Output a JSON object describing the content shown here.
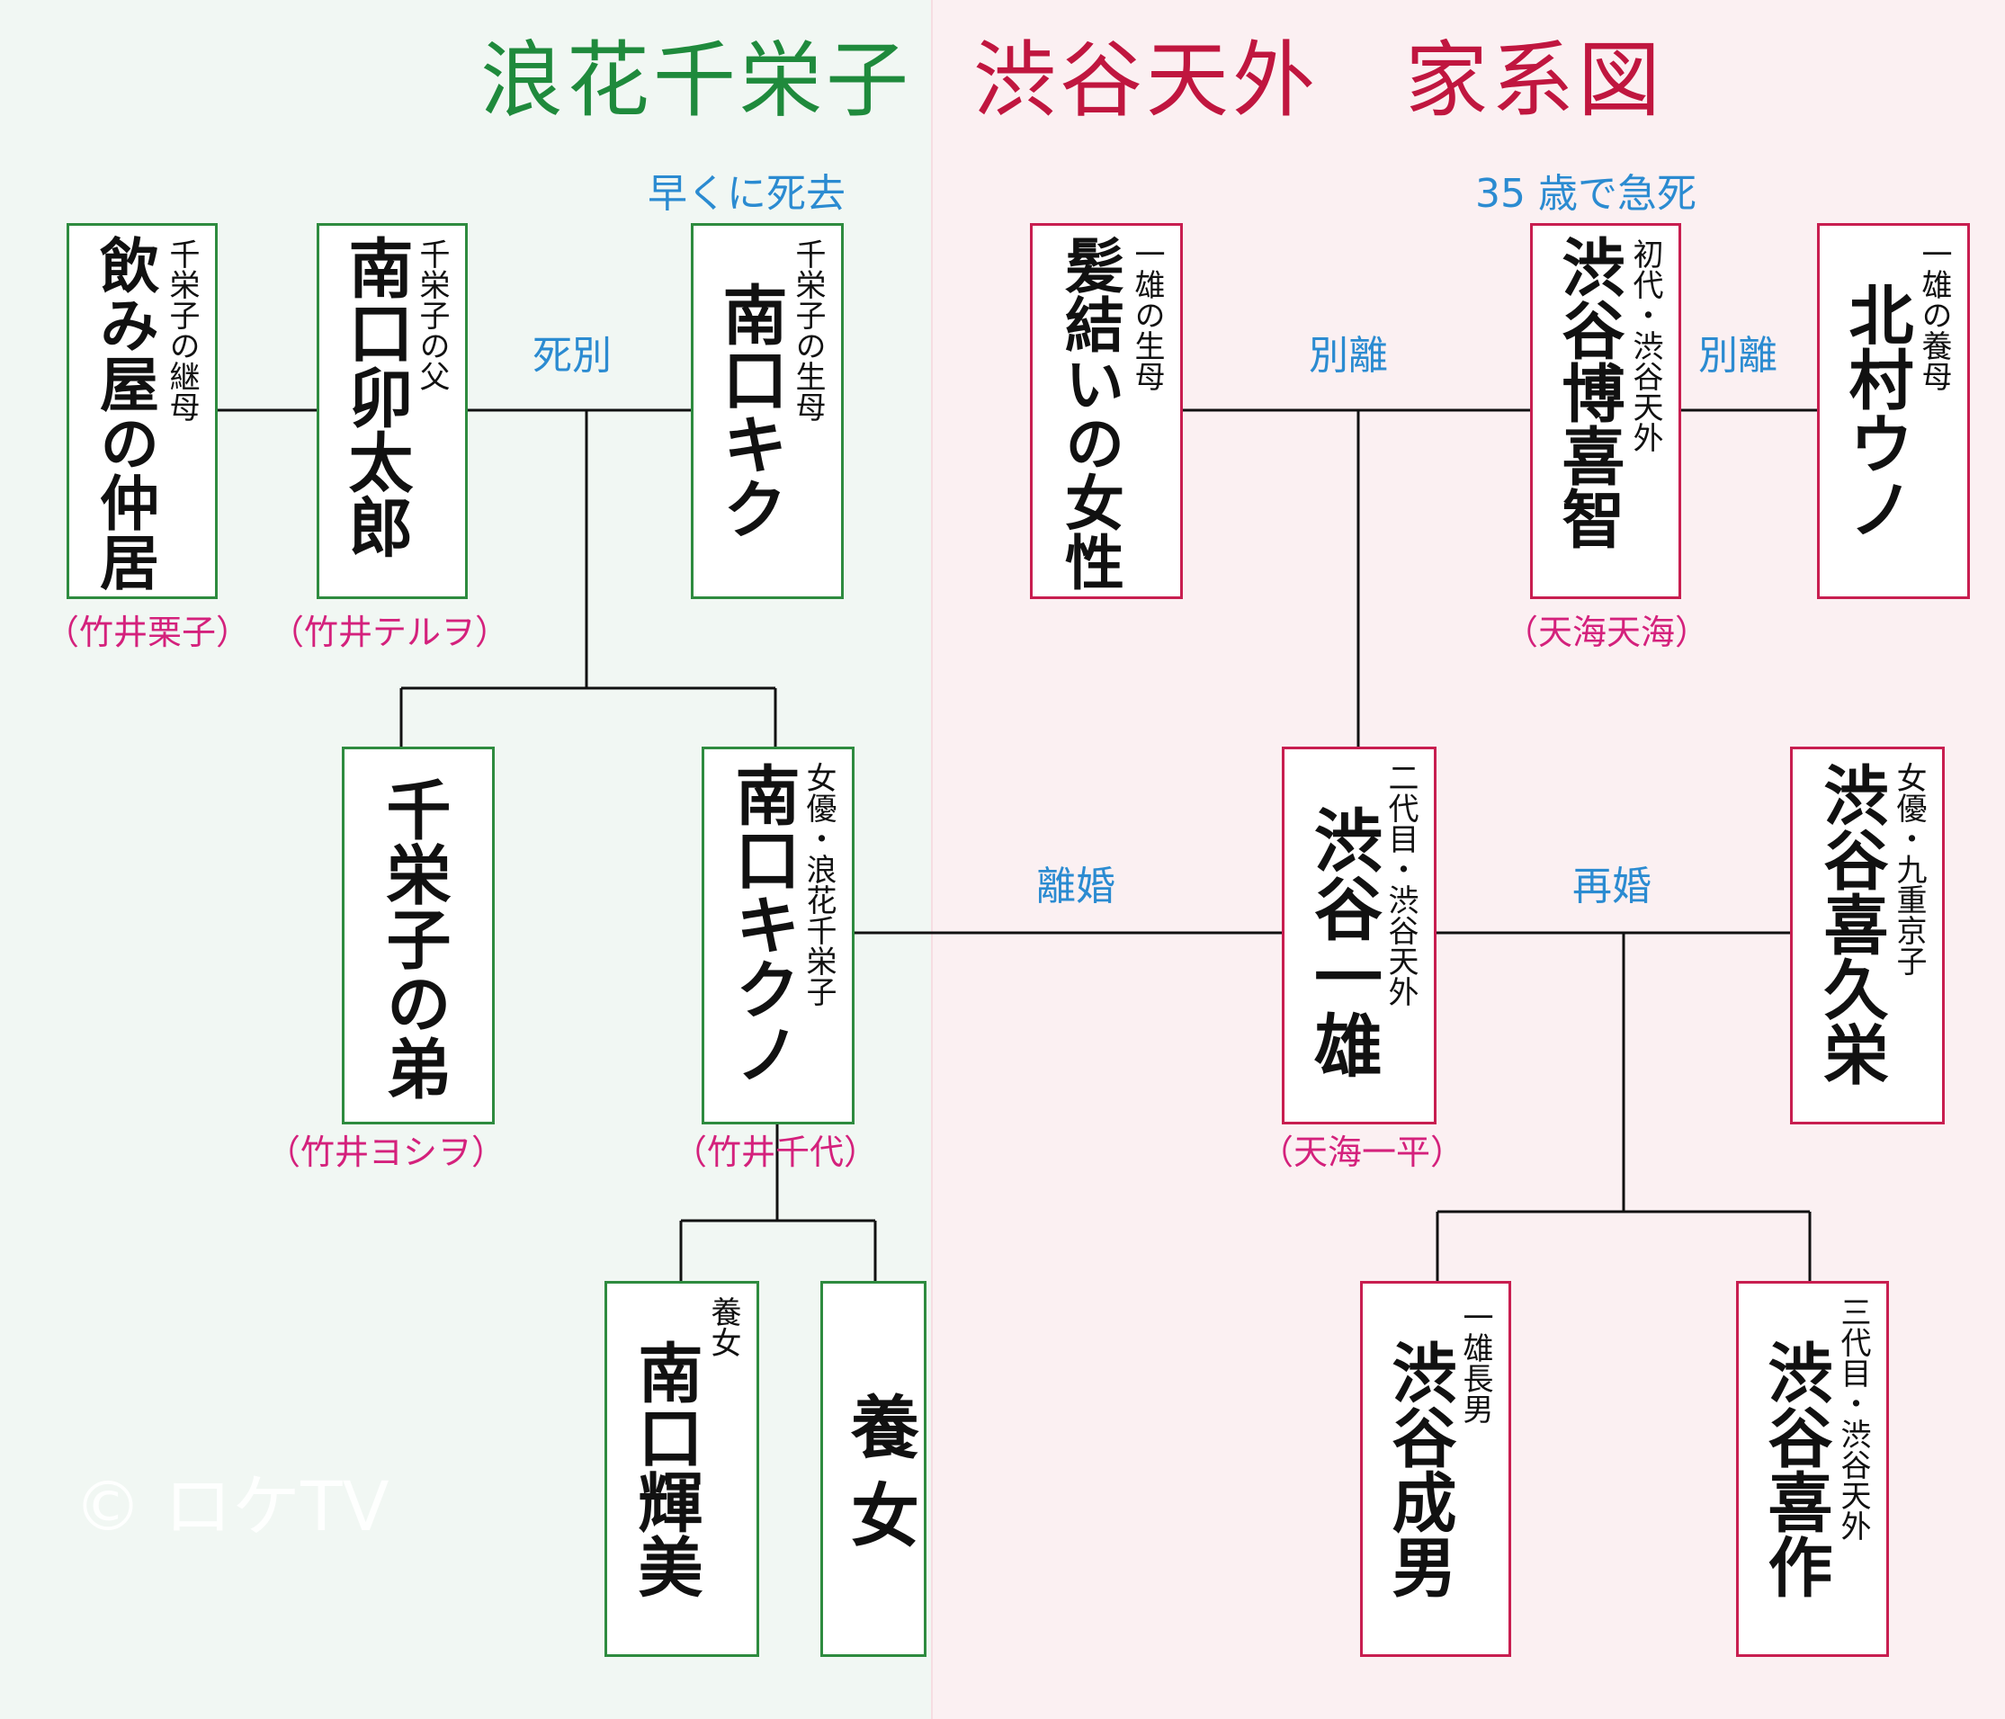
{
  "titles": {
    "left": "浪花千栄子",
    "right": "渋谷天外　家系図"
  },
  "notes": {
    "early_death": "早くに死去",
    "sudden_death": "35 歳で急死"
  },
  "relations": {
    "shibetsu": "死別",
    "betsuri_1": "別離",
    "betsuri_2": "別離",
    "rikon": "離婚",
    "saikon": "再婚"
  },
  "people": {
    "mamahaha": {
      "role": "千栄子の継母",
      "name": "飲み屋の仲居",
      "actor": "（竹井栗子）"
    },
    "father": {
      "role": "千栄子の父",
      "name": "南口卯太郎",
      "actor": "（竹井テルヲ）"
    },
    "mother": {
      "role": "千栄子の生母",
      "name": "南口キク"
    },
    "brother": {
      "name": "千栄子の弟",
      "actor": "（竹井ヨシヲ）"
    },
    "chieko": {
      "role": "女優・浪花千栄子",
      "name": "南口キクノ",
      "actor": "（竹井千代）"
    },
    "adopted_terumi": {
      "role": "養女",
      "name": "南口輝美"
    },
    "adopted_2": {
      "name": "養女"
    },
    "kamiyui": {
      "role": "一雄の生母",
      "name": "髪結いの女性"
    },
    "hiroki": {
      "role": "初代・渋谷天外",
      "name": "渋谷博喜智",
      "actor": "（天海天海）"
    },
    "uno": {
      "role": "一雄の養母",
      "name": "北村ウノ"
    },
    "kazuo": {
      "role": "二代目・渋谷天外",
      "name": "渋谷一雄",
      "actor": "（天海一平）"
    },
    "kikue": {
      "role": "女優・九重京子",
      "name": "渋谷喜久栄"
    },
    "narao": {
      "role": "一雄長男",
      "name": "渋谷成男"
    },
    "kisaku": {
      "role": "三代目・渋谷天外",
      "name": "渋谷喜作"
    }
  },
  "watermark": "© ロケTV",
  "colors": {
    "left_bg": "#f1f7f3",
    "right_bg": "#fbf0f2",
    "green": "#1f8a3c",
    "red": "#c0163f",
    "blue": "#2b8bd1",
    "pink": "#d4217c"
  }
}
